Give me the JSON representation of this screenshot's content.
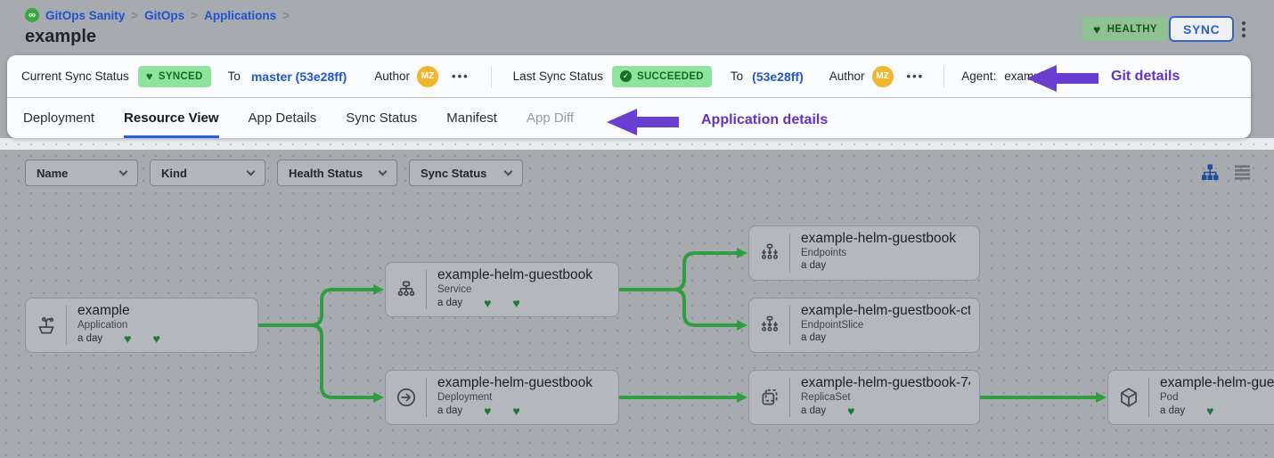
{
  "colors": {
    "accent_blue": "#2b5fd9",
    "link_blue": "#1d53cf",
    "annotation_purple": "#6b3ed2",
    "edge_green": "#2f9e41",
    "heart_green": "#1b7a2f",
    "status_badge_bg": "#8fe49d",
    "status_badge_text": "#0e6b25",
    "healthy_badge_bg": "#8fc193",
    "avatar_bg": "#f2b52e",
    "canvas_gray": "#a7aaae"
  },
  "icons": {
    "heart": "♥",
    "check": "✓",
    "infinity_logo": "∞"
  },
  "breadcrumb": {
    "separator": ">",
    "items": [
      {
        "label": "GitOps Sanity"
      },
      {
        "label": "GitOps"
      },
      {
        "label": "Applications"
      }
    ]
  },
  "page_title": "example",
  "header": {
    "health_badge_label": "HEALTHY",
    "sync_button_label": "SYNC"
  },
  "sync_bar": {
    "current_label": "Current Sync Status",
    "current_status": "SYNCED",
    "current_to_label": "To",
    "current_revision": "master (53e28ff)",
    "current_author_label": "Author",
    "current_author_initials": "MZ",
    "current_more": "•••",
    "last_label": "Last Sync Status",
    "last_status": "SUCCEEDED",
    "last_to_label": "To",
    "last_revision": "(53e28ff)",
    "last_author_label": "Author",
    "last_author_initials": "MZ",
    "last_more": "•••",
    "agent_label": "Agent:",
    "agent_value": "example",
    "git_annotation": "Git details"
  },
  "tabs": {
    "items": [
      {
        "label": "Deployment",
        "state": "normal"
      },
      {
        "label": "Resource View",
        "state": "active"
      },
      {
        "label": "App Details",
        "state": "normal"
      },
      {
        "label": "Sync Status",
        "state": "normal"
      },
      {
        "label": "Manifest",
        "state": "normal"
      },
      {
        "label": "App Diff",
        "state": "disabled"
      }
    ],
    "app_annotation": "Application details"
  },
  "filters": [
    {
      "label": "Name"
    },
    {
      "label": "Kind"
    },
    {
      "label": "Health Status"
    },
    {
      "label": "Sync Status"
    }
  ],
  "graph": {
    "nodes": [
      {
        "title": "example",
        "kind": "Application",
        "age": "a day",
        "hearts": 2,
        "icon": "application-icon"
      },
      {
        "title": "example-helm-guestbook",
        "kind": "Service",
        "age": "a day",
        "hearts": 2,
        "icon": "service-icon"
      },
      {
        "title": "example-helm-guestbook",
        "kind": "Deployment",
        "age": "a day",
        "hearts": 2,
        "icon": "deployment-icon"
      },
      {
        "title": "example-helm-guestbook",
        "kind": "Endpoints",
        "age": "a day",
        "hearts": 0,
        "icon": "endpoints-icon"
      },
      {
        "title": "example-helm-guestbook-ct...",
        "kind": "EndpointSlice",
        "age": "a day",
        "hearts": 0,
        "icon": "endpointslice-icon"
      },
      {
        "title": "example-helm-guestbook-74...",
        "kind": "ReplicaSet",
        "age": "a day",
        "hearts": 1,
        "icon": "replicaset-icon"
      },
      {
        "title": "example-helm-guest",
        "kind": "Pod",
        "age": "a day",
        "hearts": 1,
        "icon": "pod-icon"
      }
    ]
  }
}
